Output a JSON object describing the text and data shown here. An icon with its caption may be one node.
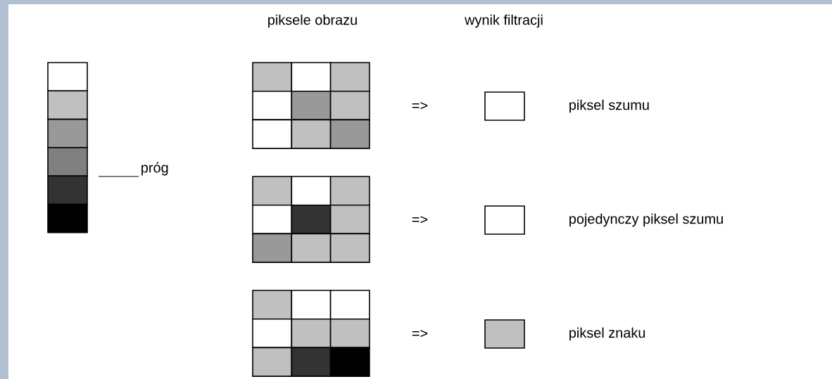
{
  "diagram": {
    "labels": [
      "piksele obrazu",
      "wynik filtracji",
      "=>",
      "piksel szumu",
      "próg",
      "=>",
      "pojedynczy piksel szumu",
      "=>",
      "piksel znaku"
    ]
  }
}
